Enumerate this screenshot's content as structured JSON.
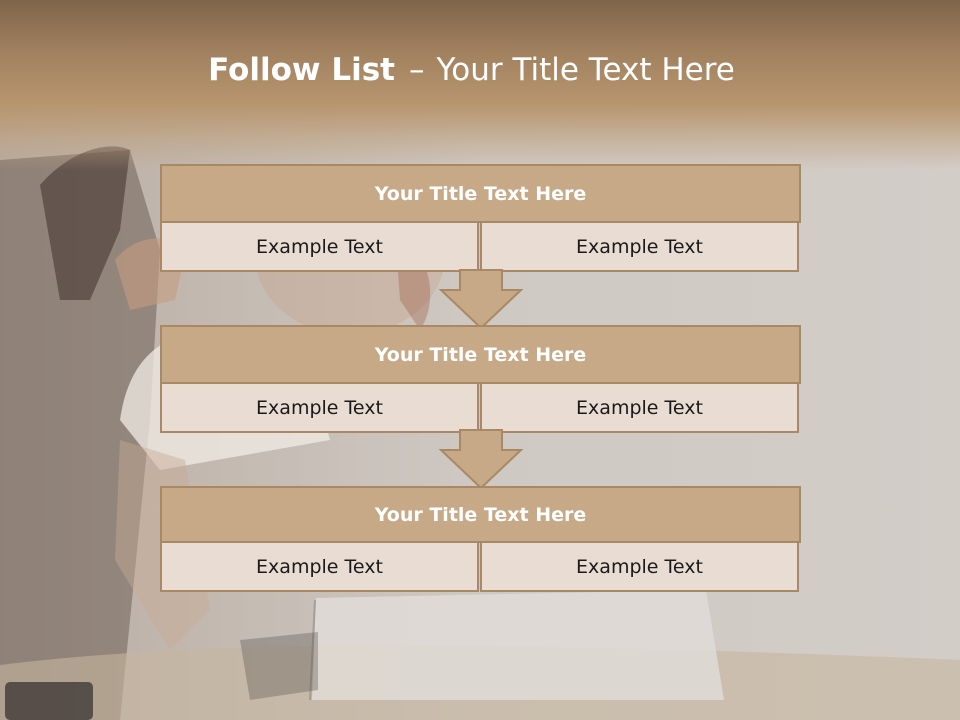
{
  "slide": {
    "title_bold": "Follow List",
    "title_sep": "–",
    "title_rest": "Your Title Text Here"
  },
  "steps": [
    {
      "title": "Your Title Text Here",
      "left": "Example Text",
      "right": "Example Text"
    },
    {
      "title": "Your Title Text Here",
      "left": "Example Text",
      "right": "Example Text"
    },
    {
      "title": "Your Title Text Here",
      "left": "Example Text",
      "right": "Example Text"
    }
  ],
  "colors": {
    "banner": "#b8966f",
    "header_fill": "#c7a887",
    "cell_fill": "#e9ddd3",
    "border": "#a98965"
  },
  "icons": [
    "down-arrow-icon",
    "down-arrow-icon"
  ]
}
